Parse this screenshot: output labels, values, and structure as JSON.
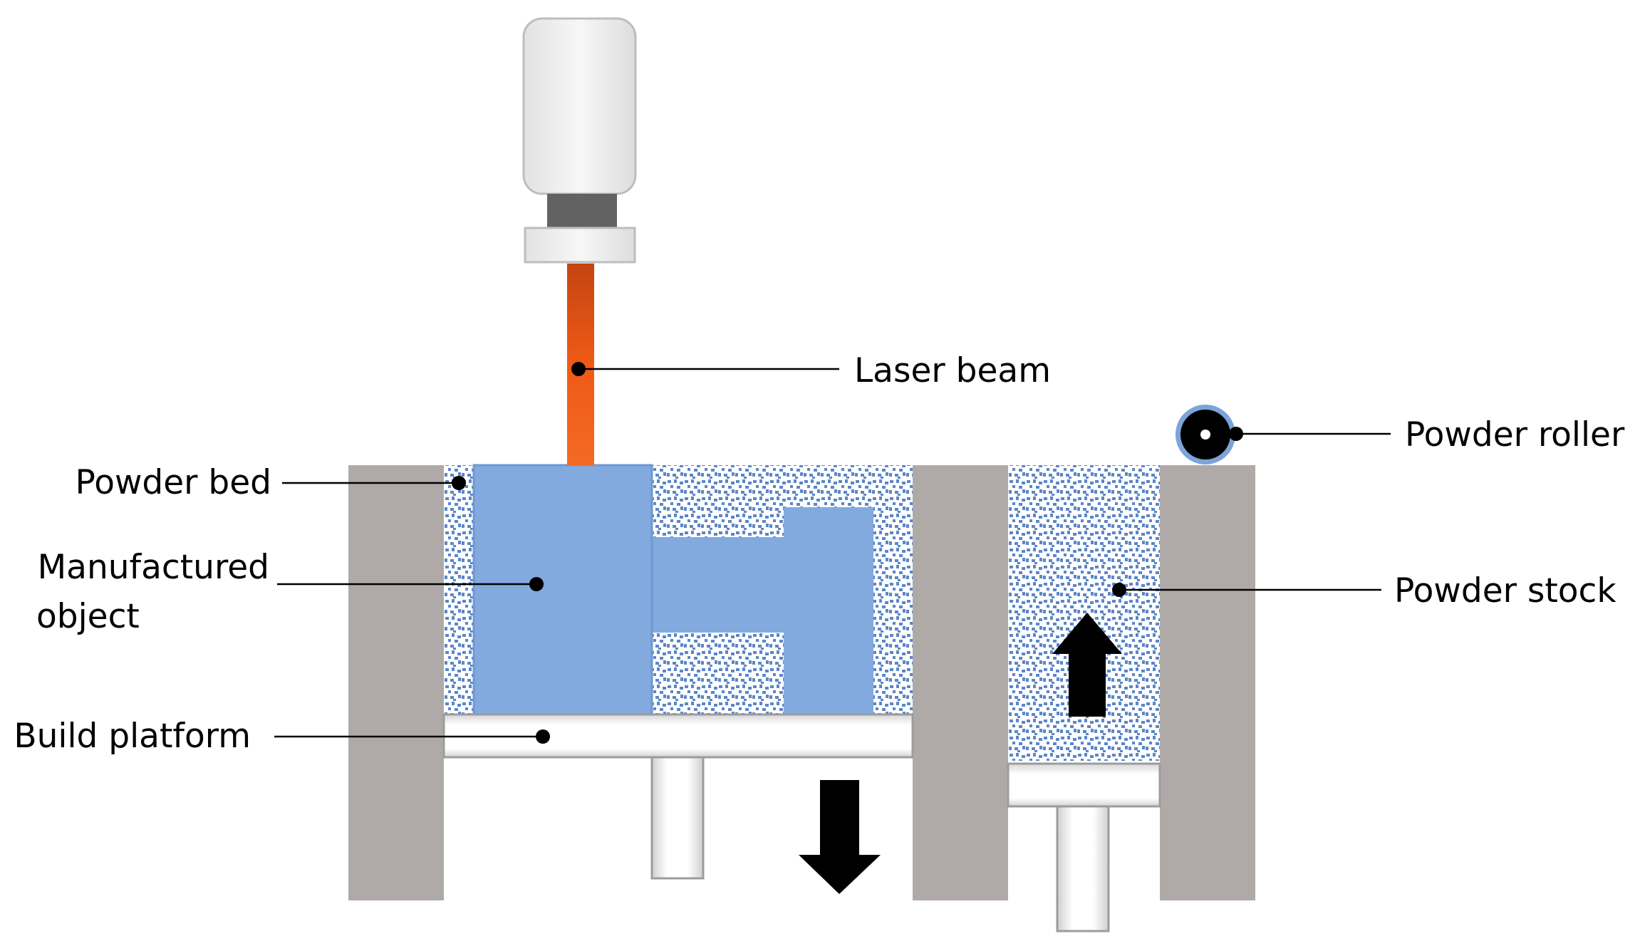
{
  "labels": {
    "laser_beam": "Laser beam",
    "powder_roller": "Powder roller",
    "powder_bed": "Powder bed",
    "manufactured_object_line1": "Manufactured",
    "manufactured_object_line2": "object",
    "powder_stock": "Powder stock",
    "build_platform": "Build platform"
  },
  "colors": {
    "wall": "#afaaa7",
    "object": "#82aadf",
    "powder_dots": "#5b86c9",
    "laser": "#f05a16",
    "roller_ring": "#7da4d8",
    "arrow": "#000000"
  },
  "icons": {
    "platform_direction": "arrow-down-icon",
    "stock_direction": "arrow-up-icon"
  }
}
